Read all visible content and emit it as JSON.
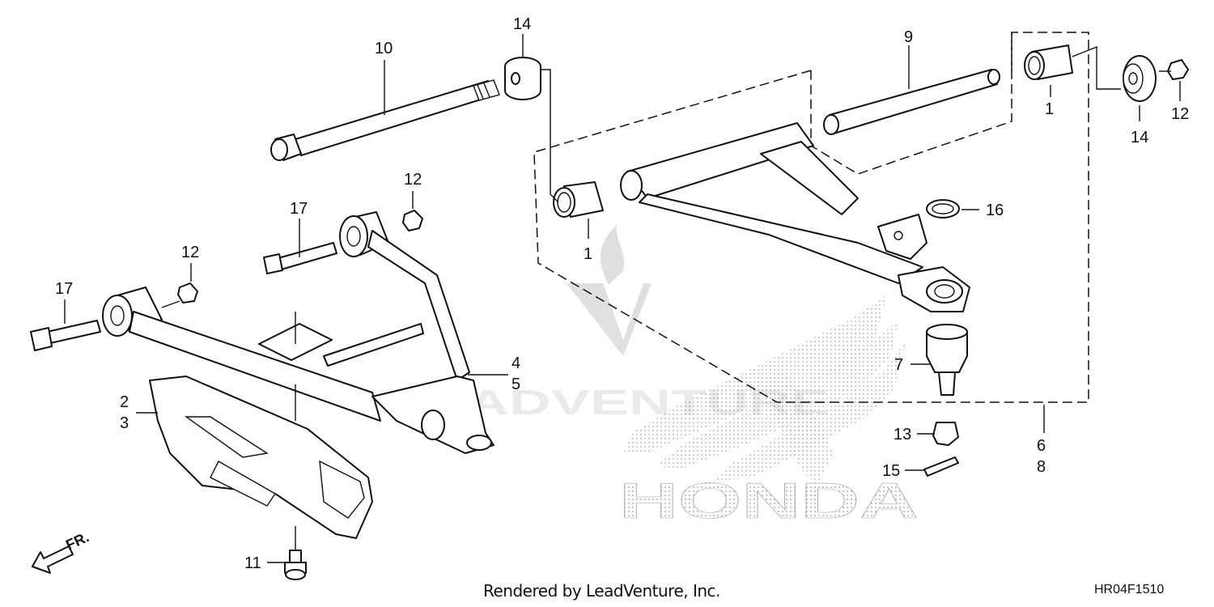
{
  "diagram": {
    "watermark": {
      "brand": "HONDA",
      "dealer": "LEADVENTURE"
    },
    "callouts": {
      "c1_left": "1",
      "c1_right": "1",
      "c2": "2",
      "c3": "3",
      "c4": "4",
      "c5": "5",
      "c6": "6",
      "c7": "7",
      "c8": "8",
      "c9": "9",
      "c10": "10",
      "c11": "11",
      "c12_left": "12",
      "c12_mid": "12",
      "c12_right": "12",
      "c13": "13",
      "c14_top": "14",
      "c14_right": "14",
      "c15": "15",
      "c16": "16",
      "c17_left": "17",
      "c17_mid": "17"
    },
    "direction_arrow": "FR."
  },
  "footer": {
    "credit": "Rendered by LeadVenture, Inc.",
    "diagram_code": "HR04F1510"
  }
}
